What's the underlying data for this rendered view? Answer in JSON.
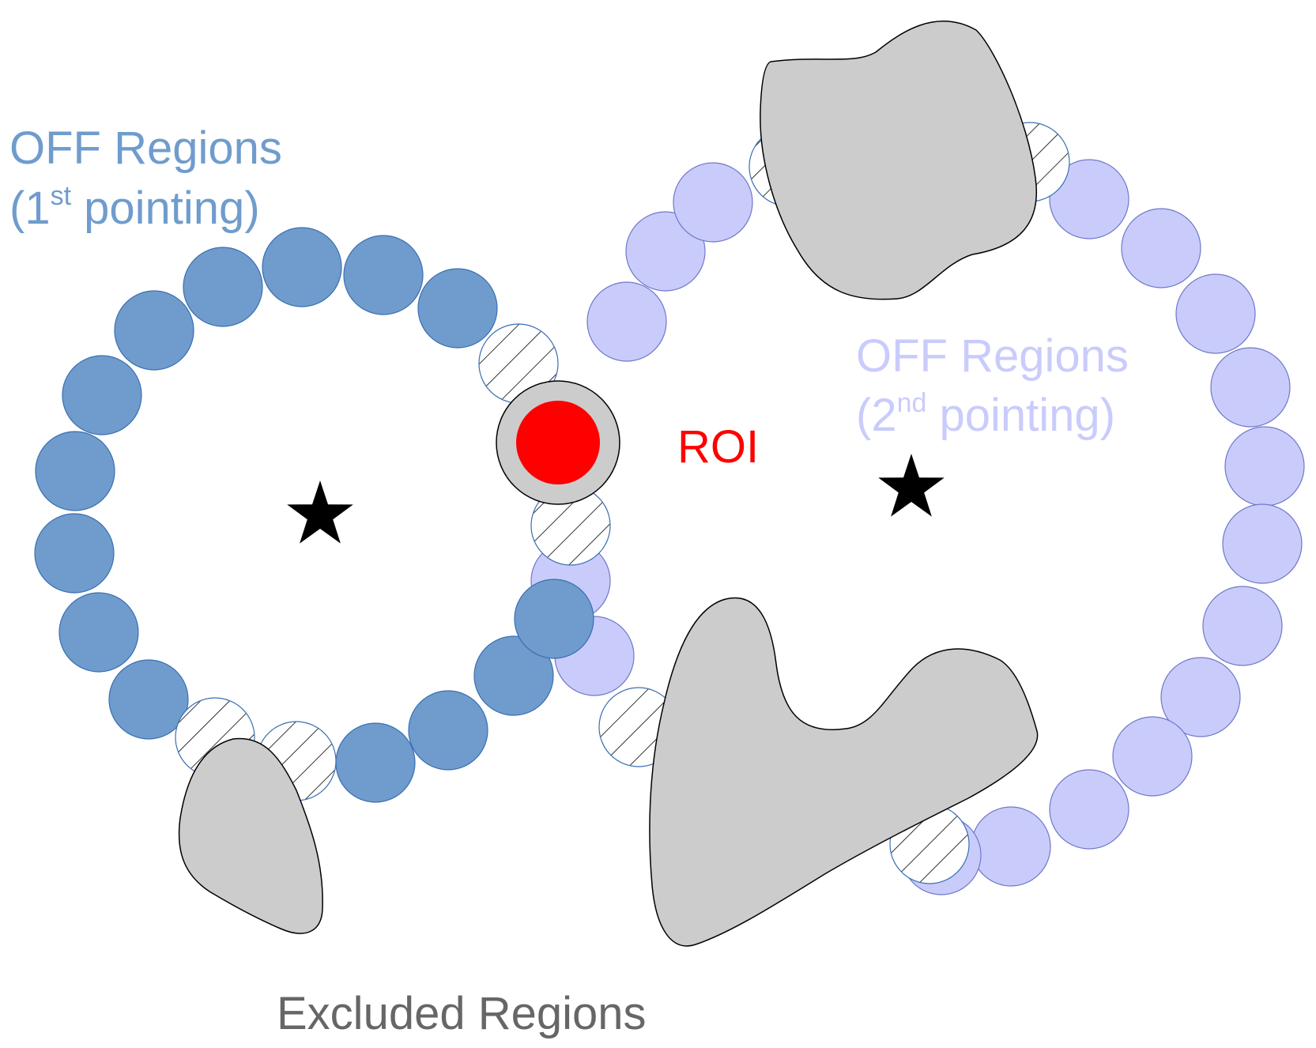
{
  "labels": {
    "off1_line1": "OFF Regions",
    "off1_line2_open": "(1",
    "off1_line2_sup": "st",
    "off1_line2_rest": " pointing)",
    "off2_line1": "OFF Regions",
    "off2_line2_open": "(2",
    "off2_line2_sup": "nd",
    "off2_line2_rest": " pointing)",
    "roi": "ROI",
    "excluded": "Excluded Regions"
  },
  "colors": {
    "off1": "#6f9ccd",
    "off2": "#c9ccfb",
    "roi": "#ff0000",
    "excluded": "#cccccc",
    "excluded_label": "#666666",
    "star": "#000000"
  },
  "icons": {
    "pointing_center": "star-icon"
  }
}
